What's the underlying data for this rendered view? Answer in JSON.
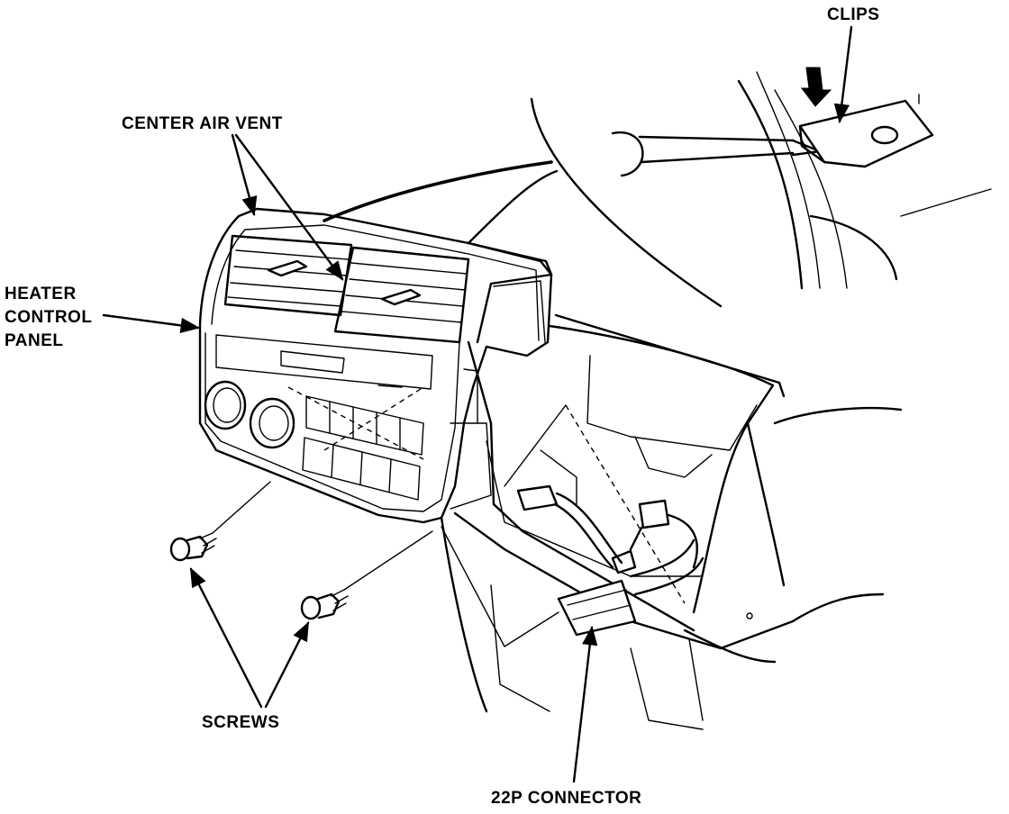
{
  "labels": {
    "clips": "CLIPS",
    "center_air_vent": "CENTER AIR VENT",
    "heater_control_panel": [
      "HEATER",
      "CONTROL",
      "PANEL"
    ],
    "screws": "SCREWS",
    "connector": "22P CONNECTOR"
  },
  "colors": {
    "ink": "#000000",
    "paper": "#ffffff"
  }
}
